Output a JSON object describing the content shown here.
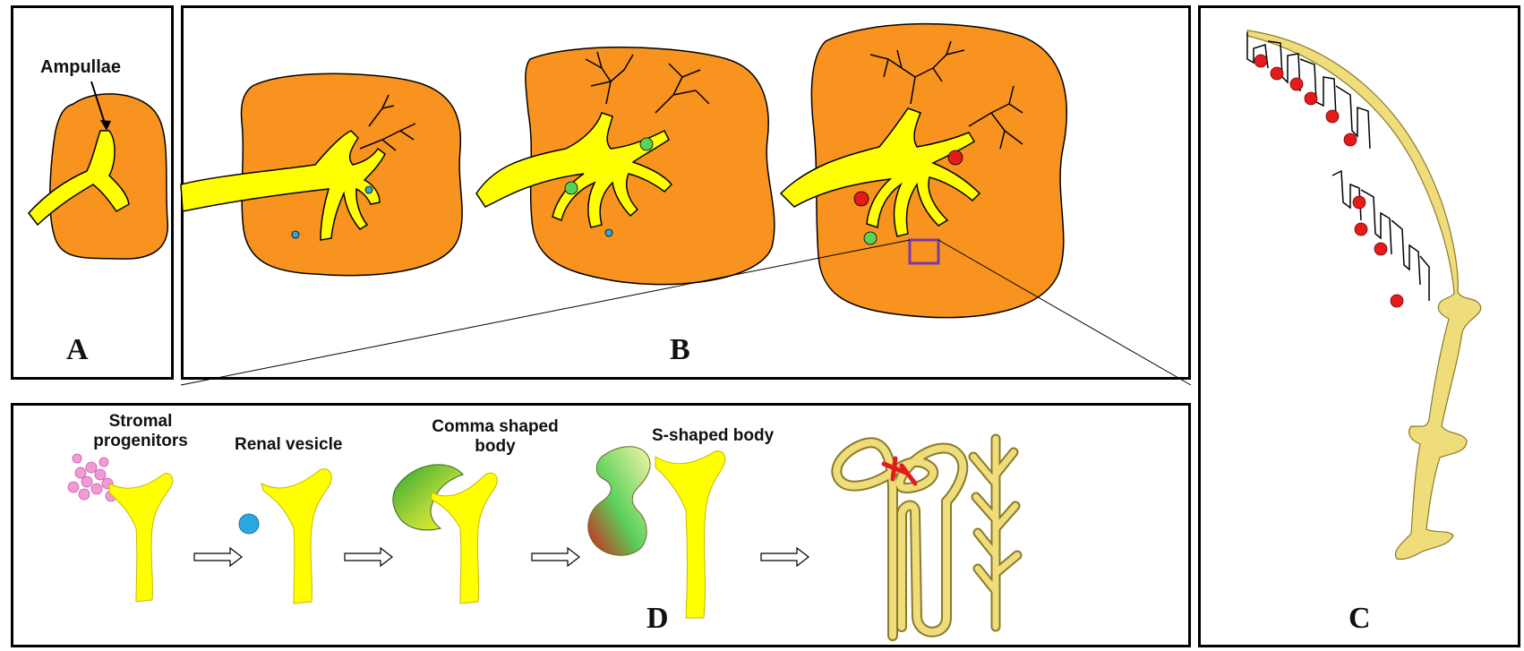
{
  "panels": {
    "a": {
      "letter": "A",
      "annotation": "Ampullae"
    },
    "b": {
      "letter": "B"
    },
    "c": {
      "letter": "C"
    },
    "d": {
      "letter": "D",
      "stages": [
        {
          "label": "Stromal\nprogenitors"
        },
        {
          "label": "Renal vesicle"
        },
        {
          "label": "Comma shaped\nbody"
        },
        {
          "label": "S-shaped body"
        }
      ]
    }
  },
  "colors": {
    "kidney": "#f7931e",
    "ureteric_bud": "#ffff00",
    "stromal": "#f29ad6",
    "vesicle": "#29a9e0",
    "nephron_green": "#5ad15a",
    "nephron_red": "#e31b1b",
    "tubule": "#efdc7a",
    "highlight_box": "#7b3aa6"
  }
}
